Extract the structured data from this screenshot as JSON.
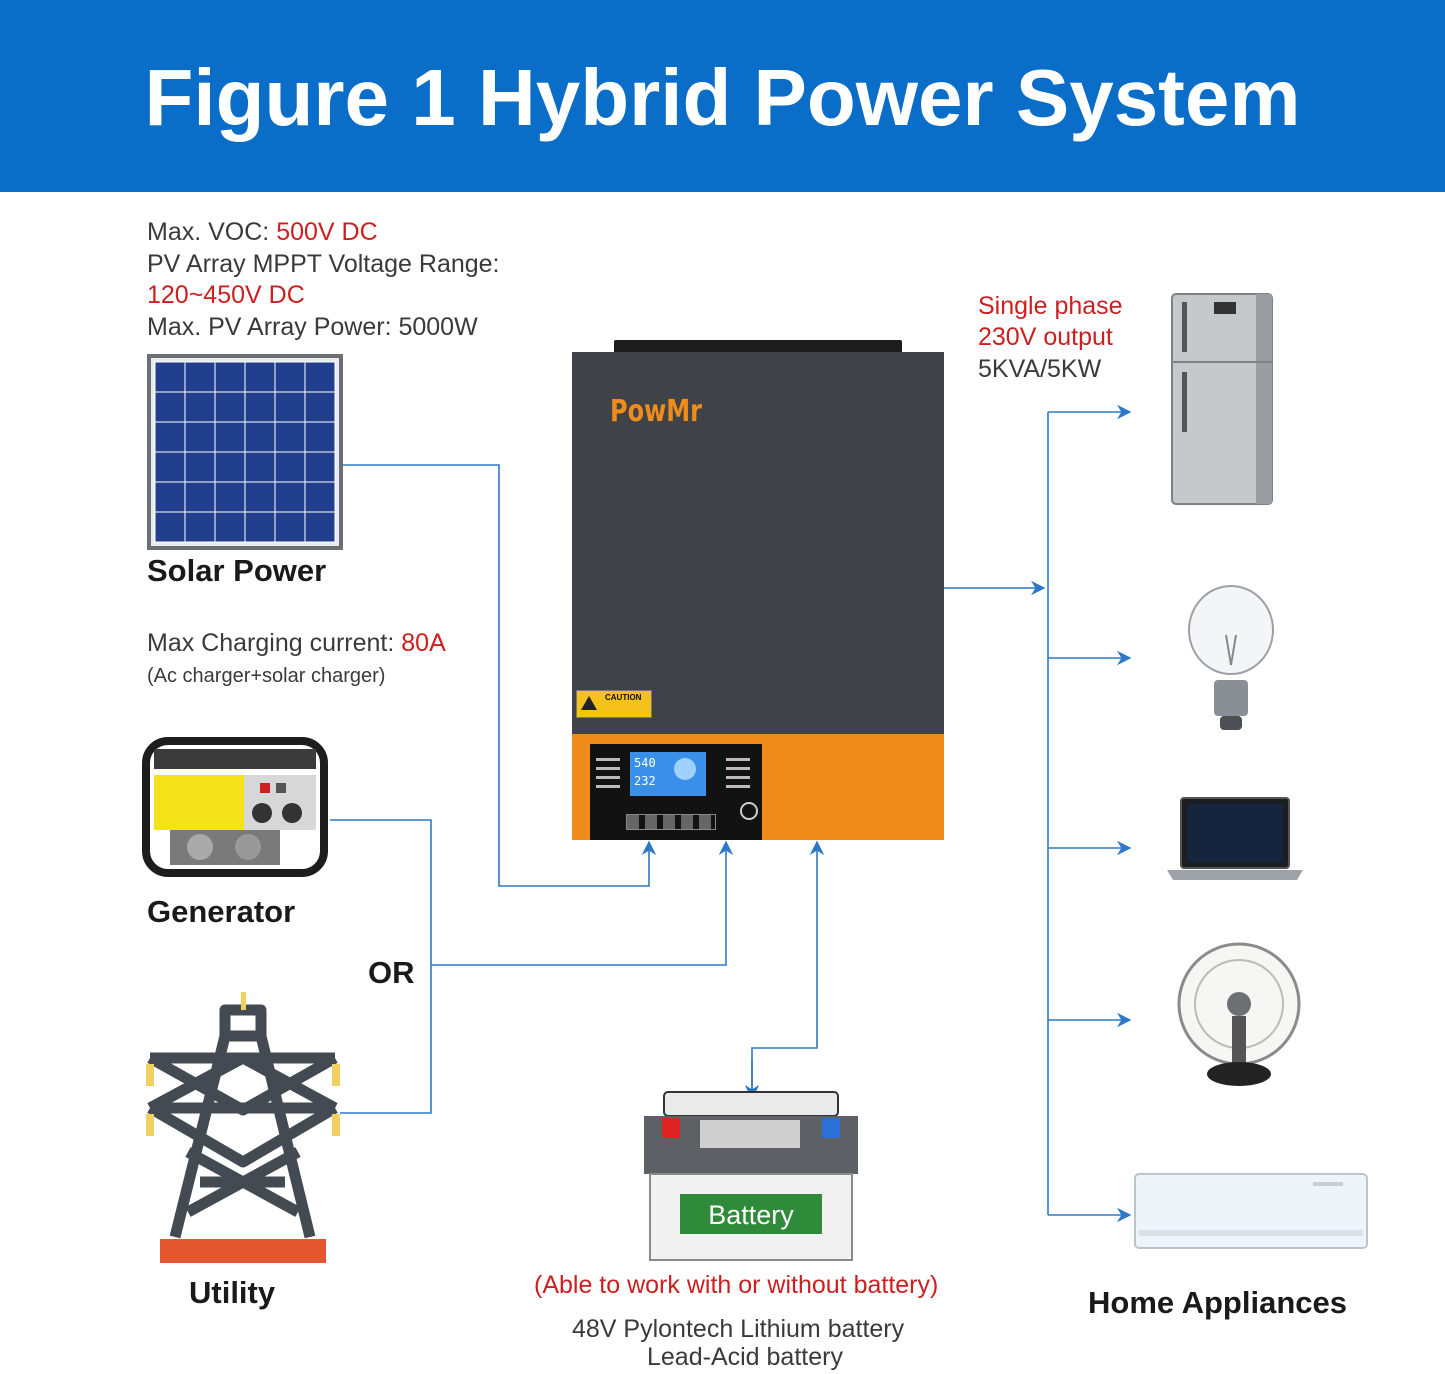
{
  "header": {
    "title": "Figure 1 Hybrid Power System"
  },
  "pv_specs": {
    "line1_label": "Max. VOC: ",
    "line1_value": "500V DC",
    "line2": "PV Array MPPT Voltage Range:",
    "line3_value": "120~450V DC",
    "line4": "Max. PV Array Power: 5000W"
  },
  "solar": {
    "label": "Solar Power"
  },
  "charging": {
    "label": "Max Charging current: ",
    "value": "80A",
    "note": "(Ac charger+solar charger)"
  },
  "generator": {
    "label": "Generator"
  },
  "or_label": "OR",
  "utility": {
    "label": "Utility"
  },
  "inverter": {
    "brand": "PowMr",
    "caution": "CAUTION",
    "lcd_top": "540",
    "lcd_bottom": "232"
  },
  "battery": {
    "label": "Battery",
    "note": "(Able to work with or without battery)",
    "type1": "48V Pylontech Lithium battery",
    "type2": "Lead-Acid battery"
  },
  "output": {
    "line1": "Single phase",
    "line2": "230V output",
    "line3": "5KVA/5KW"
  },
  "appliances": {
    "label": "Home Appliances"
  },
  "colors": {
    "header_blue": "#0a6ec9",
    "wire_blue": "#2f78c8",
    "accent_red": "#cc1f1f",
    "inverter_orange": "#f08c1c",
    "inverter_gray": "#3f4347"
  }
}
